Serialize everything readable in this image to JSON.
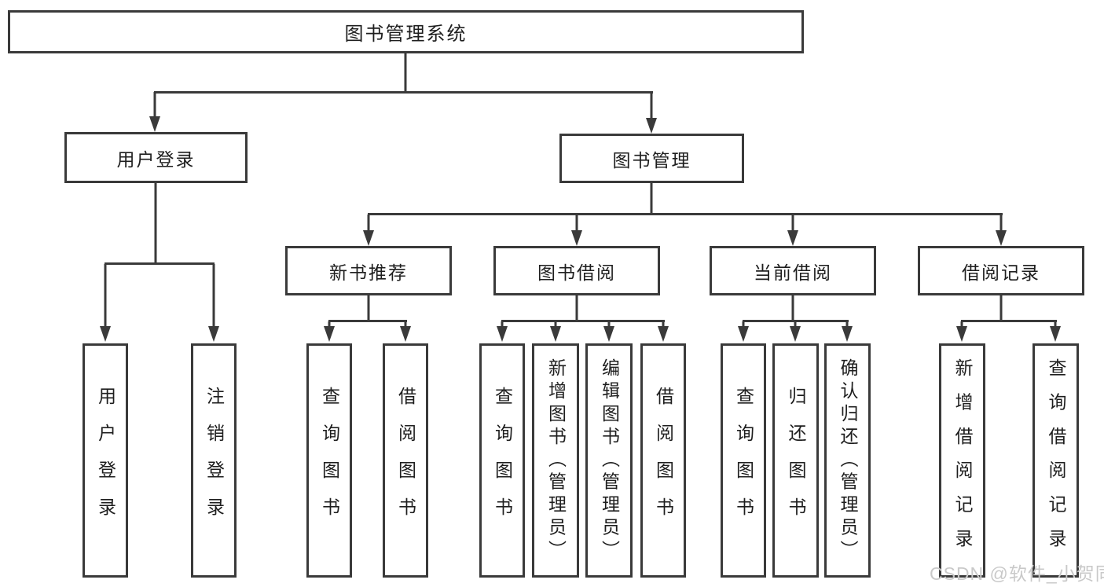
{
  "colors": {
    "line": "#3a3a3a",
    "text": "#1e1e1e",
    "watermark": "#c9c9c9",
    "background": "#ffffff"
  },
  "watermark": {
    "text": "CSDN @软件_小贺同学"
  },
  "diagram": {
    "root": {
      "label": "图书管理系统"
    },
    "branches": [
      {
        "label": "用户登录",
        "children": [
          {
            "label": "用户登录"
          },
          {
            "label": "注销登录"
          }
        ]
      },
      {
        "label": "图书管理",
        "children": [
          {
            "label": "新书推荐",
            "children": [
              {
                "label": "查询图书"
              },
              {
                "label": "借阅图书"
              }
            ]
          },
          {
            "label": "图书借阅",
            "children": [
              {
                "label": "查询图书"
              },
              {
                "label": "新增图书（管理员）"
              },
              {
                "label": "编辑图书（管理员）"
              },
              {
                "label": "借阅图书"
              }
            ]
          },
          {
            "label": "当前借阅",
            "children": [
              {
                "label": "查询图书"
              },
              {
                "label": "归还图书"
              },
              {
                "label": "确认归还（管理员）"
              }
            ]
          },
          {
            "label": "借阅记录",
            "children": [
              {
                "label": "新增借阅记录"
              },
              {
                "label": "查询借阅记录"
              }
            ]
          }
        ]
      }
    ]
  }
}
